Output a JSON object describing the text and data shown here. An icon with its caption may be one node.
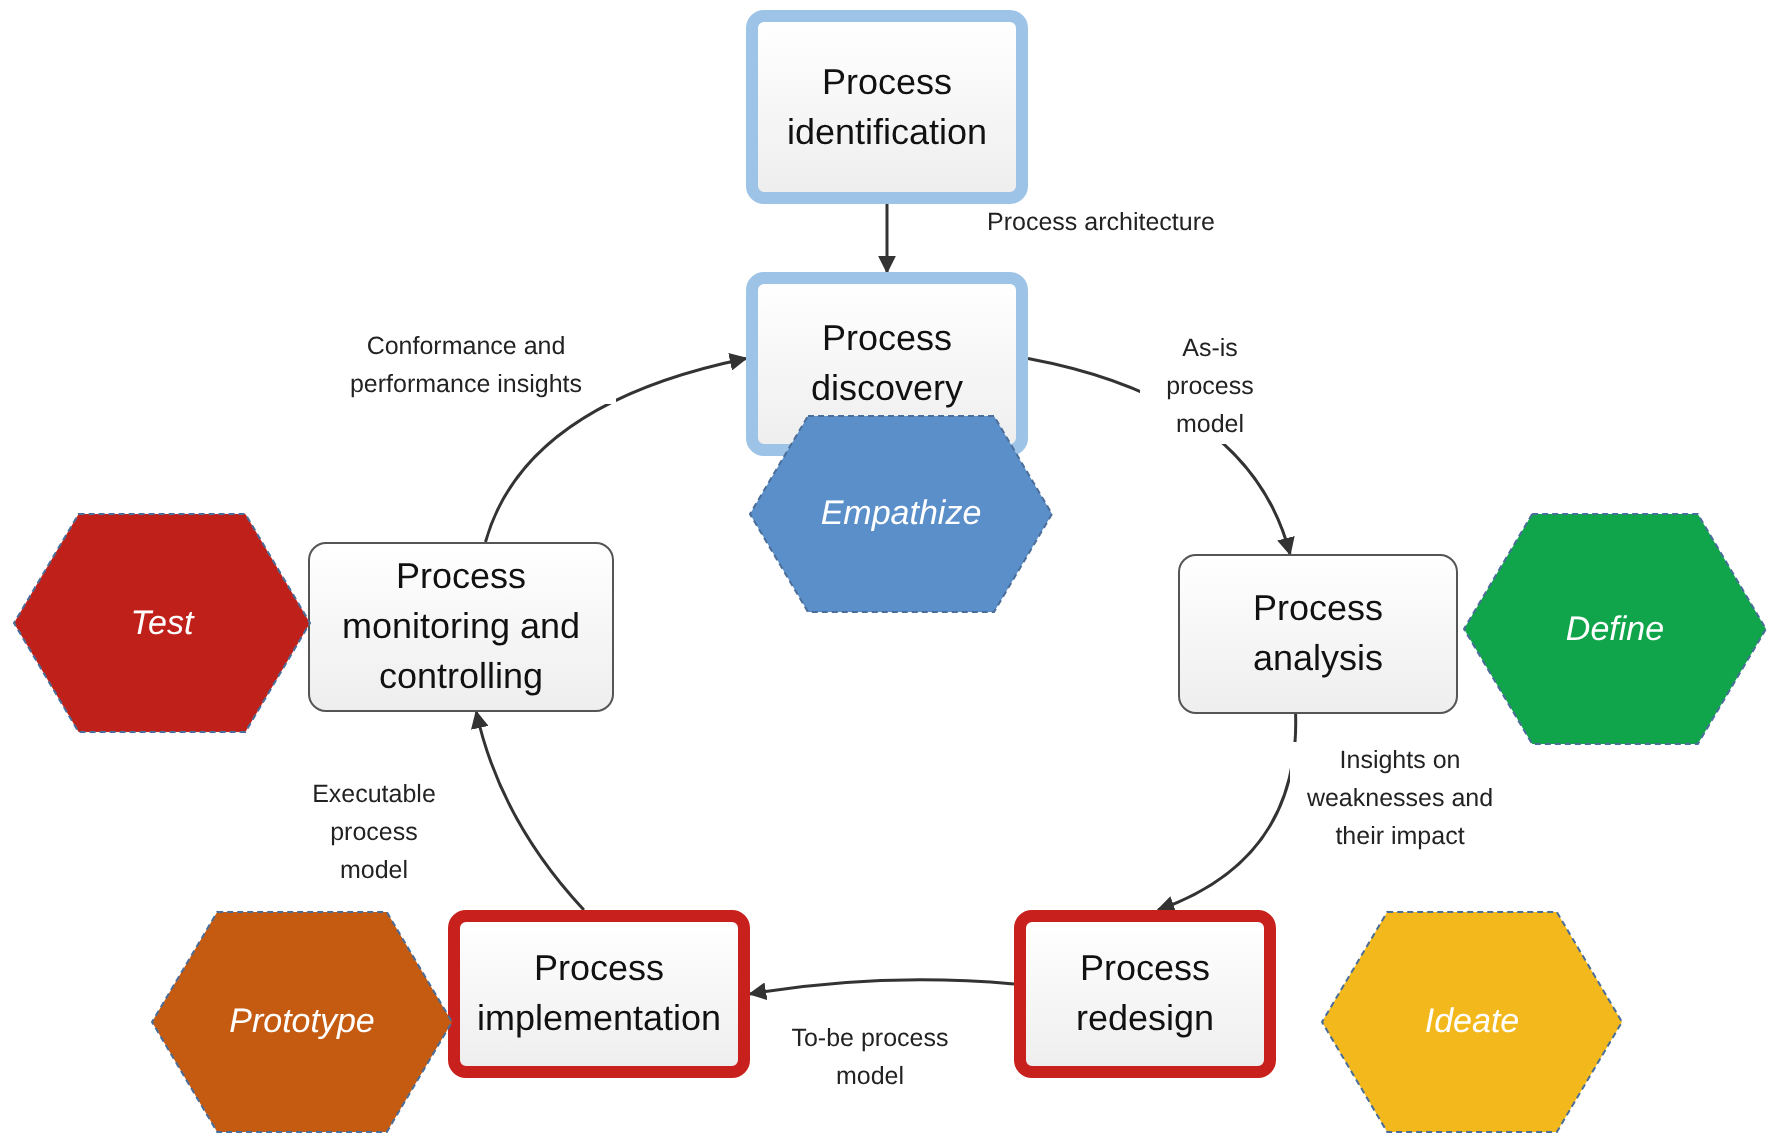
{
  "diagram": {
    "nodes": [
      {
        "text": [
          "Process identification"
        ]
      },
      {
        "text": [
          "Process discovery"
        ]
      },
      {
        "text": [
          "Empathize"
        ]
      },
      {
        "text": [
          "Process analysis"
        ]
      },
      {
        "text": [
          "Define"
        ]
      },
      {
        "text": [
          "Process redesign"
        ]
      },
      {
        "text": [
          "Ideate"
        ]
      },
      {
        "text": [
          "Process implementation"
        ]
      },
      {
        "text": [
          "Prototype"
        ]
      },
      {
        "text": [
          "Process monitoring and controlling"
        ]
      },
      {
        "text": [
          "Test"
        ]
      }
    ],
    "edges": [
      {
        "from": 0,
        "to": 1,
        "arrow": "to",
        "label": "Process architecture"
      },
      {
        "from": 1,
        "to": 3,
        "arrow": "to",
        "label": "As-is process model"
      },
      {
        "from": 3,
        "to": 5,
        "arrow": "to",
        "label": "Insights on weaknesses and their impact"
      },
      {
        "from": 5,
        "to": 7,
        "arrow": "to",
        "label": "To-be process model"
      },
      {
        "from": 7,
        "to": 9,
        "arrow": "to",
        "label": "Executable process model"
      },
      {
        "from": 9,
        "to": 1,
        "arrow": "to",
        "label": "Conformance and performance insights"
      }
    ]
  }
}
